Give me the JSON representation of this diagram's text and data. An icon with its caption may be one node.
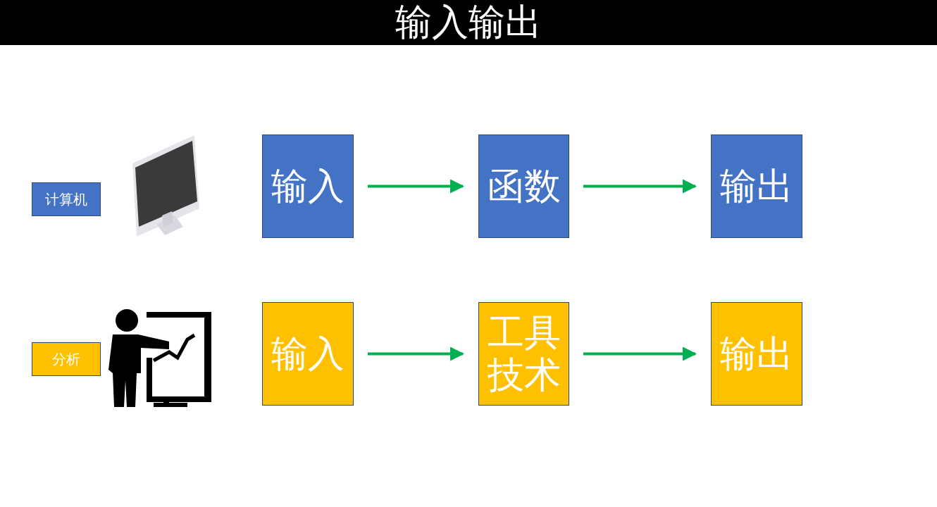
{
  "diagram": {
    "title": "输入输出",
    "nodes": [
      {
        "text": [
          "计算机"
        ]
      },
      {
        "text": [
          "输入"
        ]
      },
      {
        "text": [
          "函数"
        ]
      },
      {
        "text": [
          "输出"
        ]
      },
      {
        "text": [
          "分析"
        ]
      },
      {
        "text": [
          "输入"
        ]
      },
      {
        "text": [
          "工具技术"
        ]
      },
      {
        "text": [
          "输出"
        ]
      }
    ],
    "edges": [
      {
        "from": 1,
        "to": 2,
        "arrow": "to"
      },
      {
        "from": 2,
        "to": 3,
        "arrow": "to"
      },
      {
        "from": 5,
        "to": 6,
        "arrow": "to"
      },
      {
        "from": 6,
        "to": 7,
        "arrow": "to"
      }
    ]
  }
}
